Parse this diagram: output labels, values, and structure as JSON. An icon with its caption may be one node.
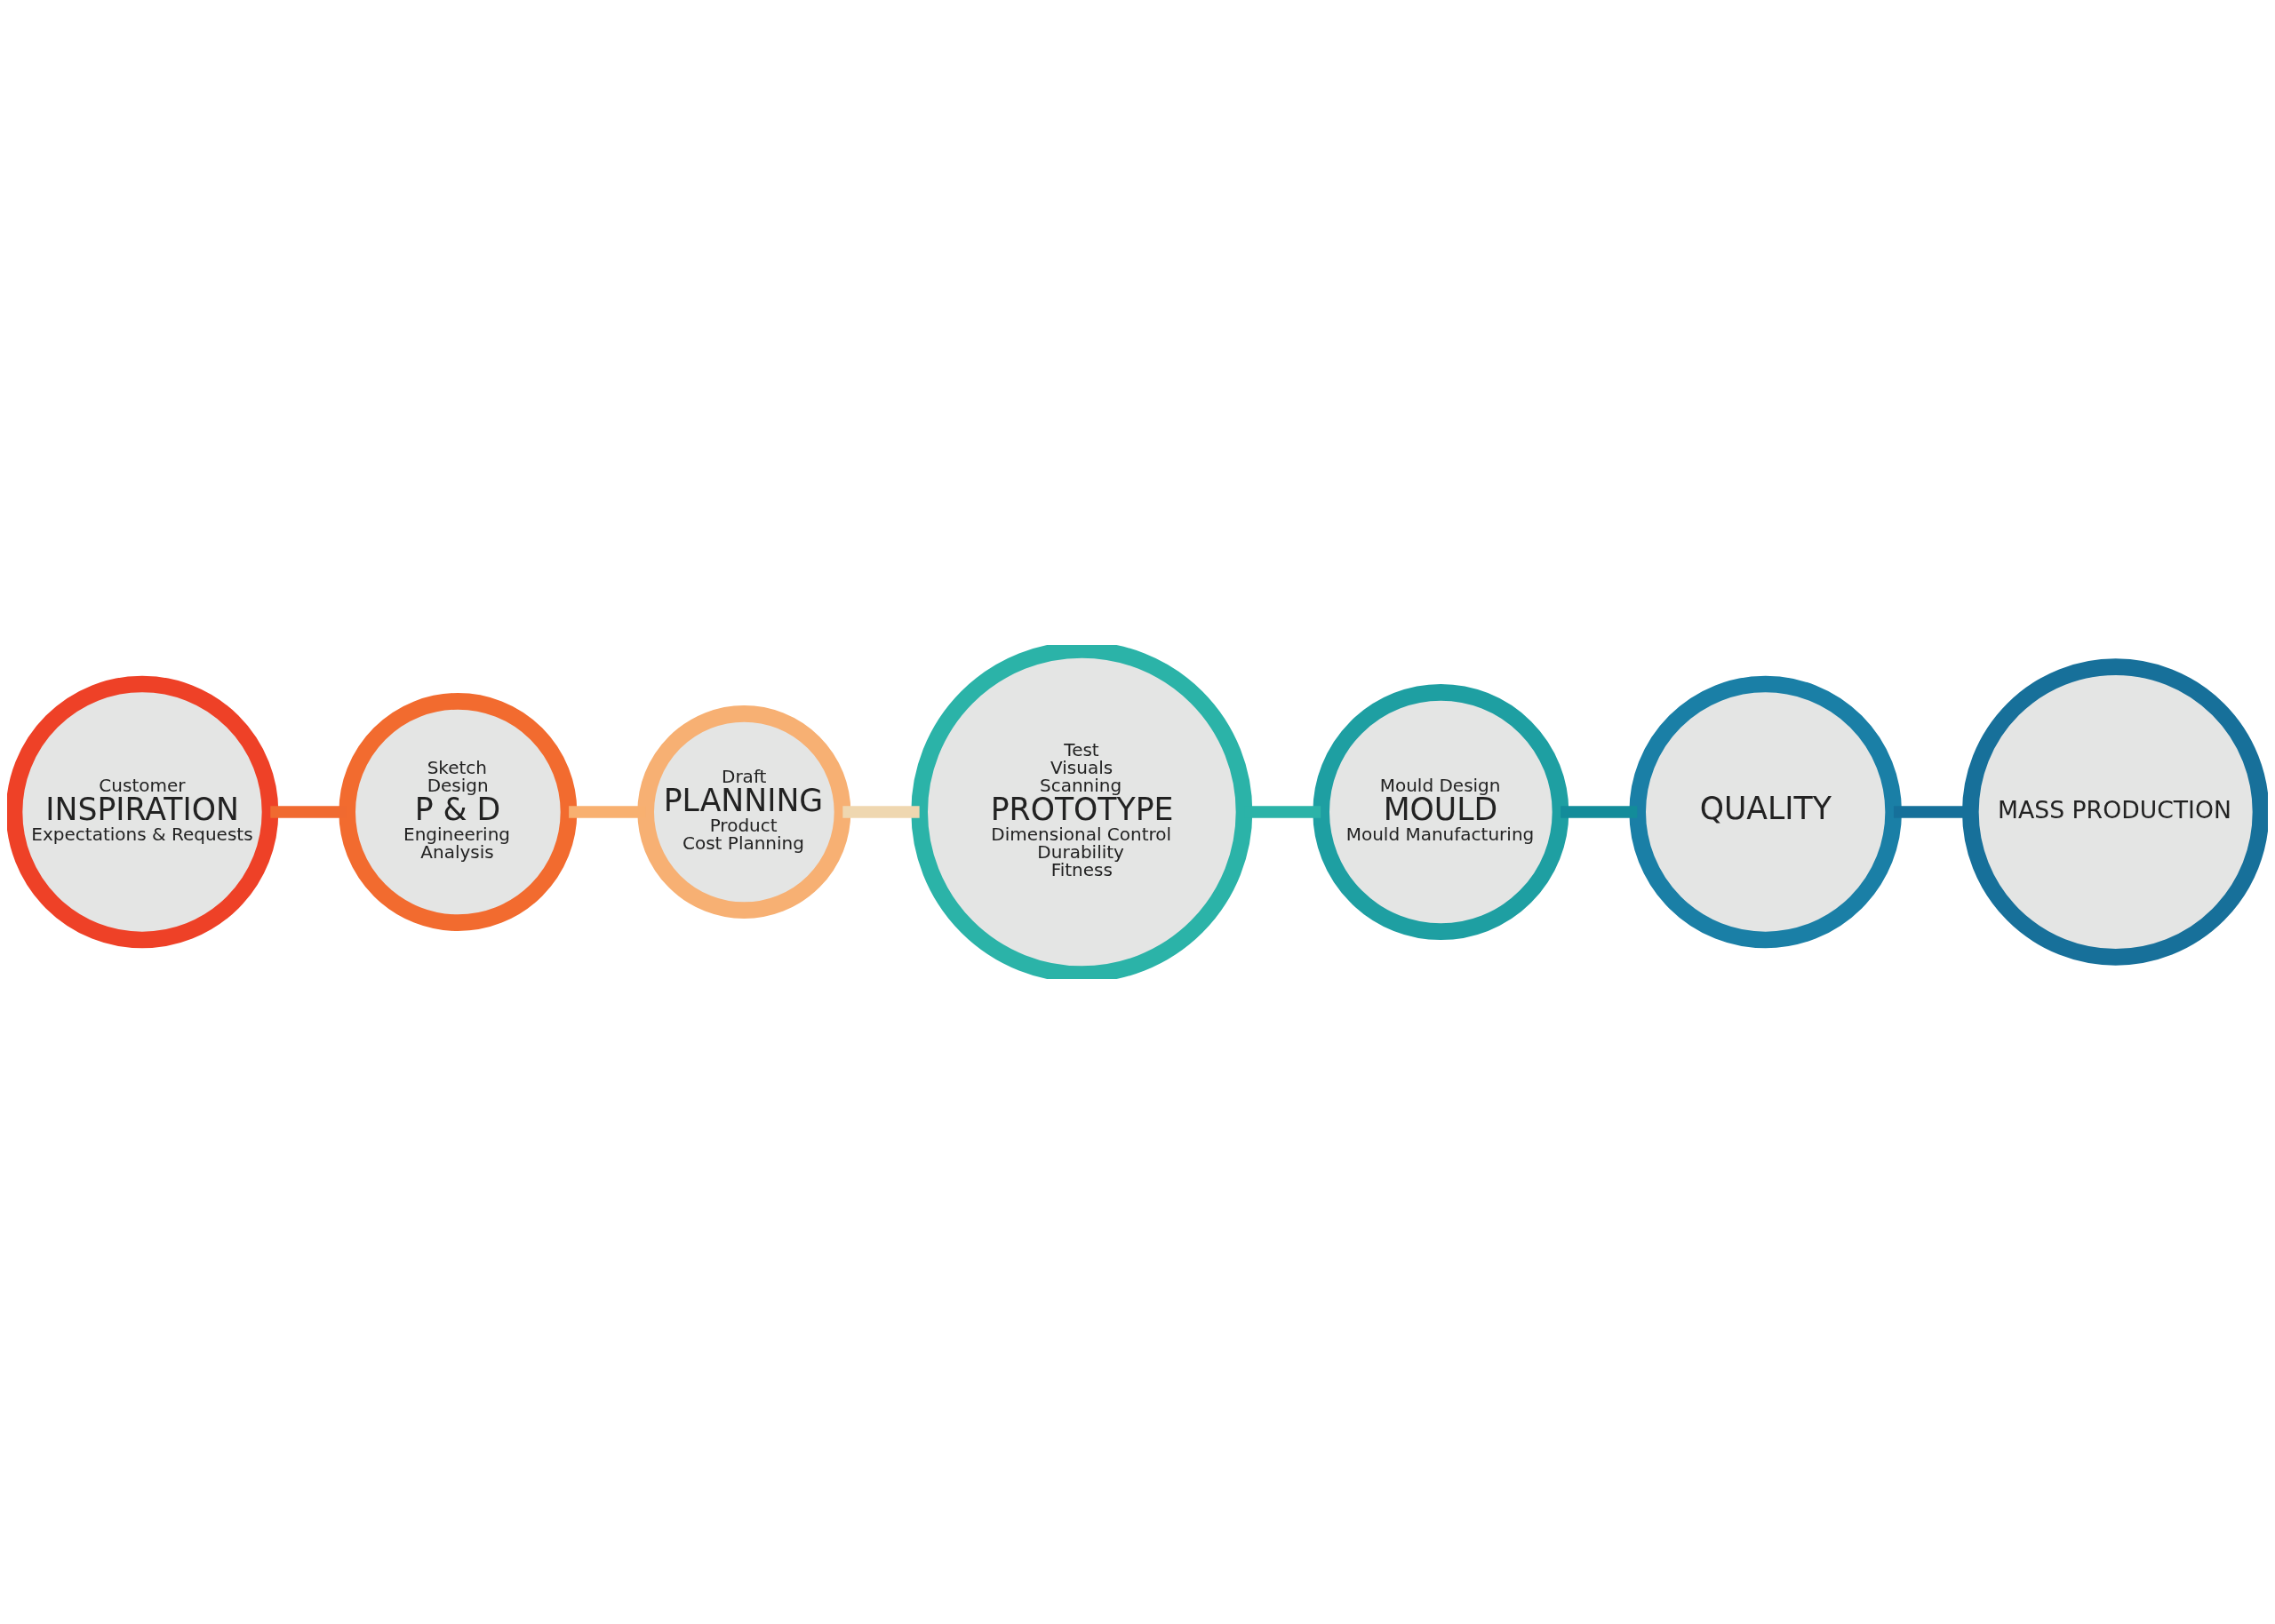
{
  "diagram": {
    "nodes": [
      {
        "text": [
          "Customer",
          "INSPIRATION",
          "Expectations & Requests"
        ]
      },
      {
        "text": [
          "Sketch",
          "Design",
          "P & D",
          "Engineering",
          "Analysis"
        ]
      },
      {
        "text": [
          "Draft",
          "PLANNING",
          "Product",
          "Cost Planning"
        ]
      },
      {
        "text": [
          "Test",
          "Visuals",
          "Scanning",
          "PROTOTYPE",
          "Dimensional Control",
          "Durability",
          "Fitness"
        ]
      },
      {
        "text": [
          "Mould Design",
          "MOULD",
          "Mould Manufacturing"
        ]
      },
      {
        "text": [
          "QUALITY"
        ]
      },
      {
        "text": [
          "MASS PRODUCTION"
        ]
      }
    ],
    "edges": [
      {
        "from": 0,
        "to": 1,
        "arrow": "none",
        "color": "#f06a30"
      },
      {
        "from": 1,
        "to": 2,
        "arrow": "none",
        "color": "#f8b070"
      },
      {
        "from": 2,
        "to": 3,
        "arrow": "none",
        "color": "#efd7b0"
      },
      {
        "from": 3,
        "to": 4,
        "arrow": "none",
        "color": "#2bb3a8"
      },
      {
        "from": 4,
        "to": 5,
        "arrow": "none",
        "color": "#138c9a"
      },
      {
        "from": 5,
        "to": 6,
        "arrow": "none",
        "color": "#16709a"
      }
    ]
  }
}
